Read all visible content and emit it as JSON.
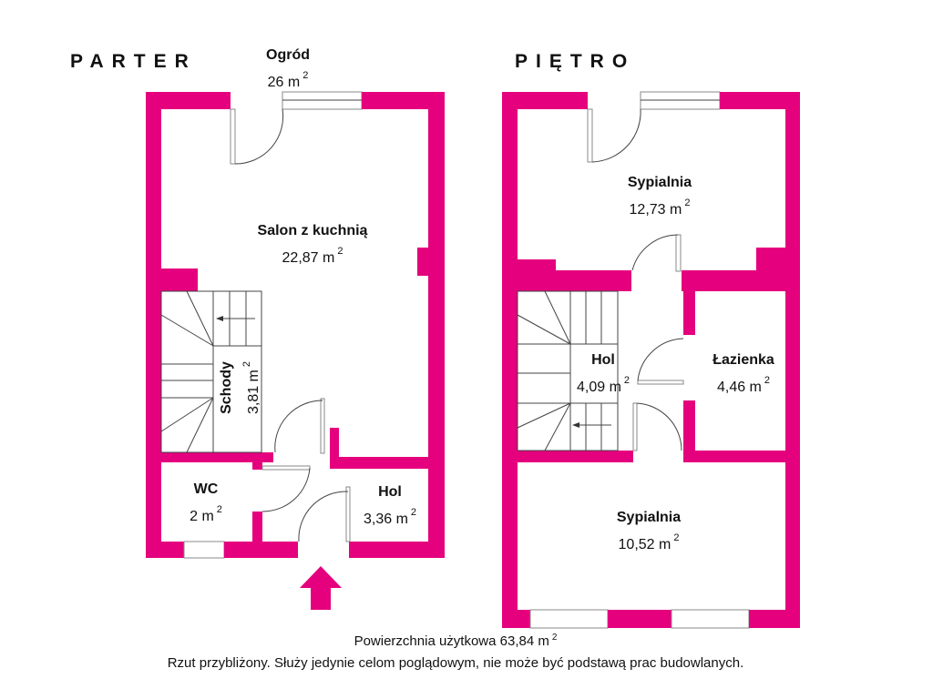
{
  "floors": {
    "ground": {
      "title": "PARTER"
    },
    "upper": {
      "title": "PIĘTRO"
    }
  },
  "rooms": {
    "garden": {
      "name": "Ogród",
      "area": "26 m",
      "unit_exp": "2"
    },
    "living": {
      "name": "Salon z kuchnią",
      "area": "22,87 m",
      "unit_exp": "2"
    },
    "stairs": {
      "name": "Schody",
      "area": "3,81 m",
      "unit_exp": "2"
    },
    "wc": {
      "name": "WC",
      "area": "2 m",
      "unit_exp": "2"
    },
    "hall_ground": {
      "name": "Hol",
      "area": "3,36 m",
      "unit_exp": "2"
    },
    "bedroom1": {
      "name": "Sypialnia",
      "area": "12,73 m",
      "unit_exp": "2"
    },
    "hall_upper": {
      "name": "Hol",
      "area": "4,09 m",
      "unit_exp": "2"
    },
    "bathroom": {
      "name": "Łazienka",
      "area": "4,46 m",
      "unit_exp": "2"
    },
    "bedroom2": {
      "name": "Sypialnia",
      "area": "10,52 m",
      "unit_exp": "2"
    }
  },
  "footer": {
    "total_area": "Powierzchnia użytkowa 63,84 m",
    "total_exp": "2",
    "disclaimer": "Rzut przybliżony. Służy jedynie celom poglądowym, nie może być podstawą prac budowlanych."
  },
  "colors": {
    "wall": "#e5007e"
  }
}
